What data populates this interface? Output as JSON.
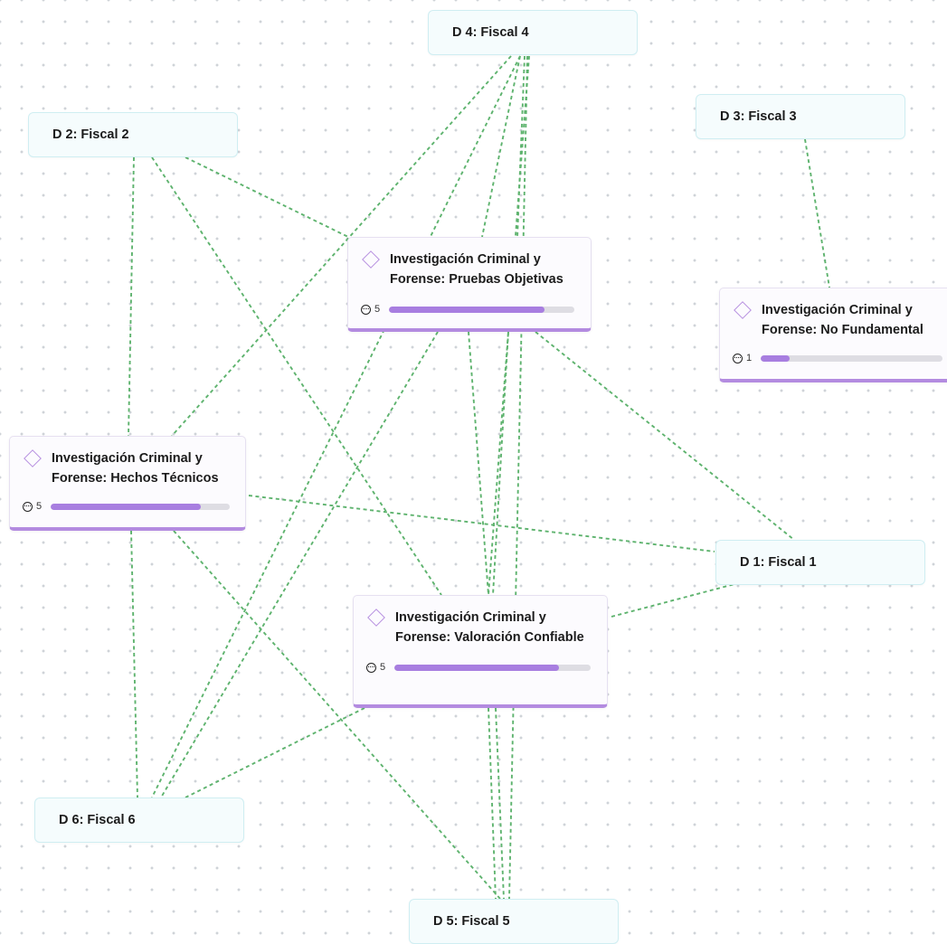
{
  "colors": {
    "edge": "#5eb36e",
    "progress_fill": "#a87ee0",
    "progress_track": "#dedde3",
    "accent_border": "#b38be0"
  },
  "d_nodes": {
    "d4": {
      "label": "D 4: Fiscal 4"
    },
    "d2": {
      "label": "D 2: Fiscal 2"
    },
    "d3": {
      "label": "D 3: Fiscal 3"
    },
    "d1": {
      "label": "D 1: Fiscal 1"
    },
    "d6": {
      "label": "D 6: Fiscal 6"
    },
    "d5": {
      "label": "D 5: Fiscal 5"
    }
  },
  "competencias": {
    "pruebas": {
      "title_line1": "Investigación Criminal y",
      "title_line2": "Forense: Pruebas Objetivas",
      "count": "5",
      "progress": 0.84,
      "icon": "diamond-icon"
    },
    "no_fundamental": {
      "title_line1": "Investigación Criminal y",
      "title_line2": "Forense: No Fundamental",
      "count": "1",
      "progress": 0.16,
      "icon": "diamond-icon"
    },
    "hechos": {
      "title_line1": "Investigación Criminal y",
      "title_line2": "Forense: Hechos Técnicos",
      "count": "5",
      "progress": 0.84,
      "icon": "diamond-icon"
    },
    "valoracion": {
      "title_line1": "Investigación Criminal y",
      "title_line2": "Forense: Valoración Confiable",
      "count": "5",
      "progress": 0.84,
      "icon": "diamond-icon"
    }
  },
  "edges": [
    [
      "d4",
      "hechos"
    ],
    [
      "d4",
      "pruebas"
    ],
    [
      "d4",
      "valoracion"
    ],
    [
      "d4",
      "d6"
    ],
    [
      "d4",
      "d5"
    ],
    [
      "d2",
      "pruebas"
    ],
    [
      "d2",
      "hechos"
    ],
    [
      "d2",
      "valoracion"
    ],
    [
      "d3",
      "no_fundamental"
    ],
    [
      "pruebas",
      "d1"
    ],
    [
      "pruebas",
      "valoracion"
    ],
    [
      "pruebas",
      "d5"
    ],
    [
      "pruebas",
      "d6"
    ],
    [
      "hechos",
      "d1"
    ],
    [
      "hechos",
      "d6"
    ],
    [
      "hechos",
      "d5"
    ],
    [
      "valoracion",
      "d1"
    ],
    [
      "valoracion",
      "d6"
    ],
    [
      "valoracion",
      "d5"
    ]
  ]
}
